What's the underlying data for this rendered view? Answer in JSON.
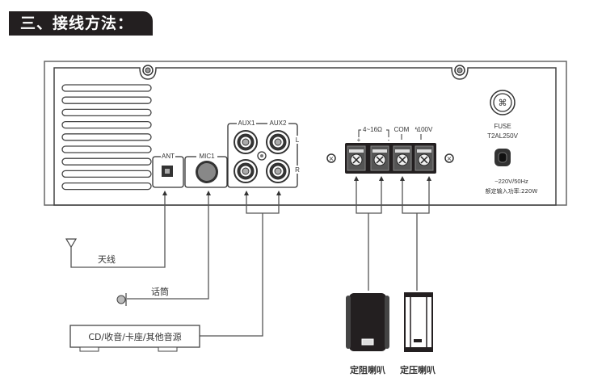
{
  "heading": {
    "title": "三、接线方法："
  },
  "panel": {
    "ports": {
      "ant": "ANT",
      "mic": "MIC1",
      "aux1": "AUX1",
      "aux2": "AUX2",
      "left": "L",
      "right": "R"
    },
    "terminals": {
      "impedance": "4~16Ω",
      "plus": "+",
      "minus": "-",
      "com": "COM",
      "v100": "100V"
    },
    "fuse": {
      "label": "FUSE",
      "rating": "T2AL250V"
    },
    "power": {
      "voltage": "~220V/50Hz",
      "rated_input": "额定输入功率:220W"
    }
  },
  "devices": {
    "antenna": "天线",
    "microphone": "话筒",
    "source": "CD/收音/卡座/其他音源",
    "speaker_impedance": "定阻喇叭",
    "speaker_voltage": "定压喇叭"
  },
  "colors": {
    "line": "#555555",
    "dark": "#231f20",
    "panel_border": "#666666"
  }
}
